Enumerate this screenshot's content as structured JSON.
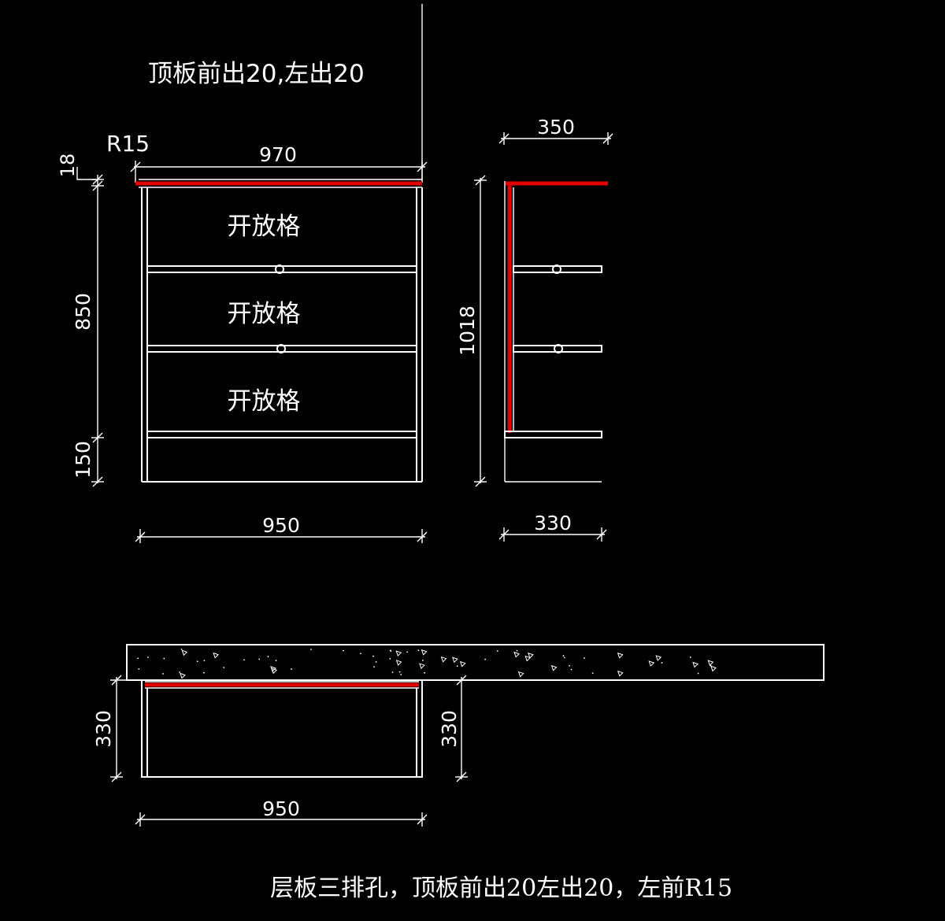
{
  "notes": {
    "top_note": "顶板前出20,左出20",
    "bottom_note": "层板三排孔，顶板前出20左出20，左前R15"
  },
  "labels": {
    "radius": "R15",
    "compartment_1": "开放格",
    "compartment_2": "开放格",
    "compartment_3": "开放格"
  },
  "dimensions": {
    "top_thickness": "18",
    "top_width": "970",
    "body_height": "850",
    "plinth_height": "150",
    "bottom_width": "950",
    "side_depth_top": "350",
    "side_height": "1018",
    "side_depth_bottom": "330",
    "plan_depth_left": "330",
    "plan_depth_right": "330",
    "plan_width": "950"
  },
  "colors": {
    "background": "#000000",
    "line": "#ffffff",
    "highlight": "#e00000"
  }
}
